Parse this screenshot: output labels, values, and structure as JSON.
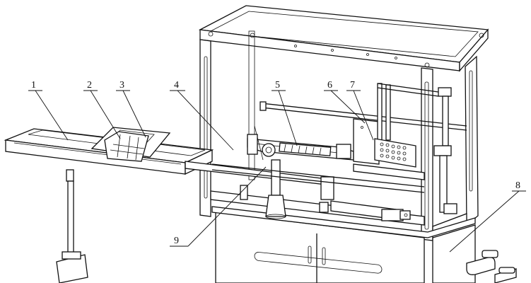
{
  "callouts": [
    {
      "label": "1"
    },
    {
      "label": "2"
    },
    {
      "label": "3"
    },
    {
      "label": "4"
    },
    {
      "label": "5"
    },
    {
      "label": "6"
    },
    {
      "label": "7"
    },
    {
      "label": "8"
    },
    {
      "label": "9"
    }
  ]
}
